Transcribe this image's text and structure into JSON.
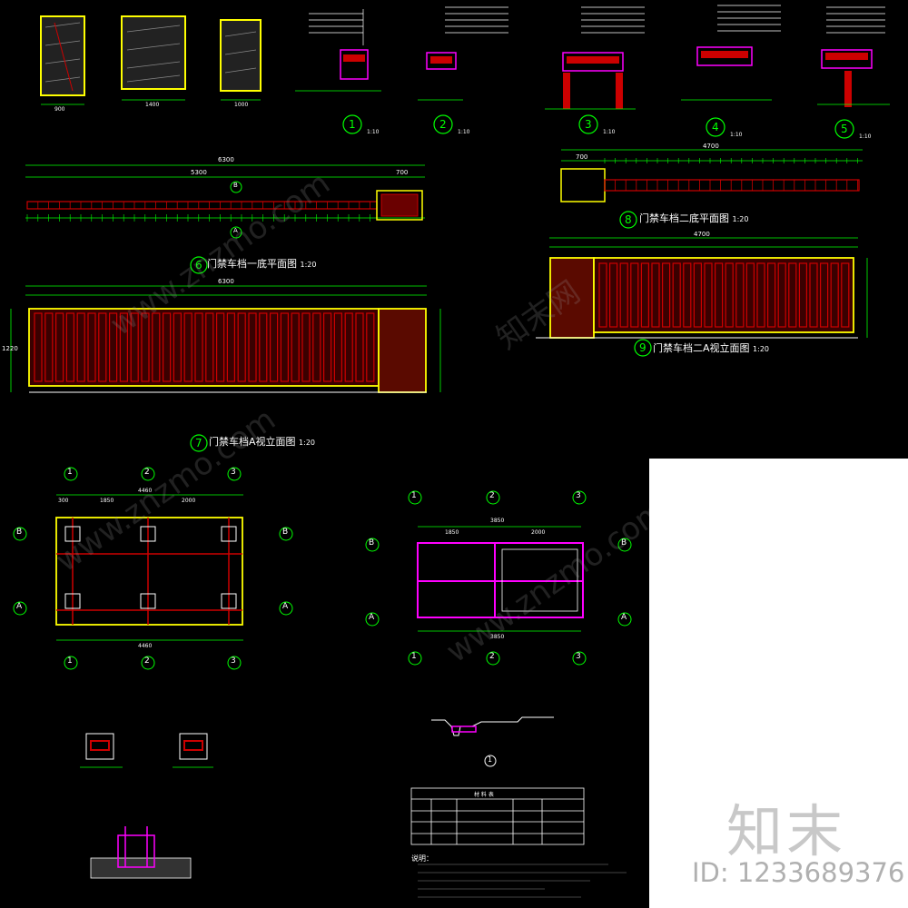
{
  "titles": {
    "plan1": "门禁车档一底平面图",
    "elev_a": "门禁车档A视立面图",
    "plan2": "门禁车档二底平面图",
    "elev2_a": "门禁车档二A视立面图",
    "scale": "1:20"
  },
  "callouts": [
    "1",
    "2",
    "3",
    "4",
    "5",
    "6",
    "7",
    "8",
    "9"
  ],
  "section_scale": "1:10",
  "dims": {
    "plan1_total": "6300",
    "plan1_a": "5300",
    "plan1_b": "700",
    "elev1_height": "1220",
    "plan2_total": "4700",
    "plan2_a": "700",
    "foundation_w": "4460",
    "foundation_a": "1850",
    "foundation_b": "2000",
    "foundation_c": "300",
    "frame_w": "3850",
    "frame_a": "1850",
    "frame_b": "2000",
    "panel_w1": "900",
    "panel_w2": "1400",
    "panel_w3": "1000"
  },
  "grid": {
    "cols": [
      "1",
      "2",
      "3"
    ],
    "rows": [
      "A",
      "B"
    ]
  },
  "section_markers": {
    "b": "B",
    "a": "A"
  },
  "notes_header": "说明：",
  "table_header": "材 料 表",
  "brand": {
    "logo": "知末",
    "id": "ID: 1233689376",
    "watermark": "www.znzmo.com",
    "watermark_cn": "知末网"
  },
  "colors": {
    "line_green": "#00ff00",
    "frame_yellow": "#ffff00",
    "fill_red": "#cc0000",
    "magenta": "#ff00ff",
    "cyan": "#00ffff",
    "white": "#ffffff"
  }
}
